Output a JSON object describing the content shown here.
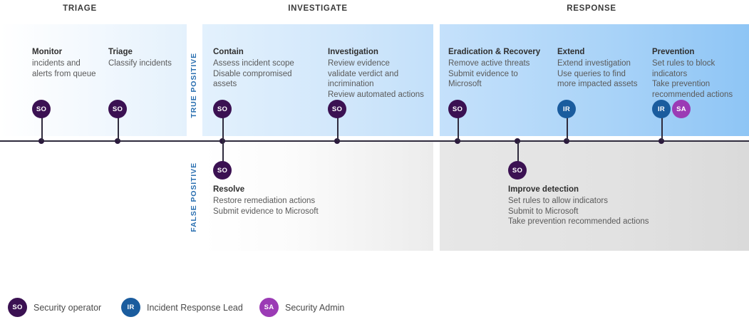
{
  "diagram": {
    "title_hidden": "Incident response workflow",
    "phases": [
      {
        "name": "TRIAGE",
        "label": "TRIAGE"
      },
      {
        "name": "INVESTIGATE",
        "label": "INVESTIGATE"
      },
      {
        "name": "RESPONSE",
        "label": "RESPONSE"
      }
    ],
    "branch_labels": {
      "true_positive": "TRUE POSITIVE",
      "false_positive": "FALSE POSITIVE"
    },
    "steps_above": [
      {
        "id": "monitor",
        "title": "Monitor",
        "lines": [
          "incidents and",
          "alerts from queue"
        ],
        "roles": [
          "SO"
        ]
      },
      {
        "id": "triage",
        "title": "Triage",
        "lines": [
          "Classify incidents"
        ],
        "roles": [
          "SO"
        ]
      },
      {
        "id": "contain",
        "title": "Contain",
        "lines": [
          "Assess incident scope",
          "Disable compromised",
          "assets"
        ],
        "roles": [
          "SO"
        ]
      },
      {
        "id": "investigation",
        "title": "Investigation",
        "lines": [
          "Review evidence",
          "validate verdict and",
          "incrimination",
          "Review automated actions"
        ],
        "roles": [
          "SO"
        ]
      },
      {
        "id": "eradication-recovery",
        "title": "Eradication & Recovery",
        "lines": [
          "Remove active threats",
          "Submit evidence to",
          "Microsoft"
        ],
        "roles": [
          "SO"
        ]
      },
      {
        "id": "extend",
        "title": "Extend",
        "lines": [
          "Extend investigation",
          "Use queries to find",
          "more impacted assets"
        ],
        "roles": [
          "IR"
        ]
      },
      {
        "id": "prevention",
        "title": "Prevention",
        "lines": [
          "Set rules to block",
          "indicators",
          "Take prevention",
          "recommended actions"
        ],
        "roles": [
          "IR",
          "SA"
        ]
      }
    ],
    "steps_below": [
      {
        "id": "resolve",
        "title": "Resolve",
        "lines": [
          "Restore remediation actions",
          "Submit evidence to Microsoft"
        ],
        "roles": [
          "SO"
        ]
      },
      {
        "id": "improve-detection",
        "title": "Improve detection",
        "lines": [
          "Set rules to allow indicators",
          "Submit to Microsoft",
          "Take prevention recommended actions"
        ],
        "roles": [
          "SO"
        ]
      }
    ],
    "legend": [
      {
        "code": "SO",
        "label": "Security operator",
        "color": "#3b1152"
      },
      {
        "code": "IR",
        "label": "Incident Response Lead",
        "color": "#1a5c9e"
      },
      {
        "code": "SA",
        "label": "Security Admin",
        "color": "#9b3bb5"
      }
    ],
    "colors": {
      "axis": "#2f2b3d",
      "branch_label": "#2a6fb0",
      "step_title": "#2f2f2f",
      "step_body": "#5a5a5a",
      "phase_header": "#3a3a3a",
      "role_so": "#3b1152",
      "role_ir": "#1a5c9e",
      "role_sa": "#9b3bb5"
    }
  }
}
